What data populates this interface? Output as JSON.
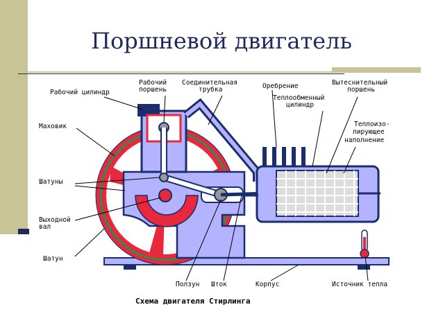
{
  "slide": {
    "title": "Поршневой двигатель"
  },
  "labels": {
    "rab_cilindr": "Рабочий цилиндр",
    "rab_porshen_1": "Рабочий",
    "rab_porshen_2": "поршень",
    "soed_trubka_1": "Соединительная",
    "soed_trubka_2": "трубка",
    "orebrenie": "Оребрение",
    "vyt_porshen_1": "Вытеснительный",
    "vyt_porshen_2": "поршень",
    "teploobm_1": "Теплообменный",
    "teploobm_2": "цилиндр",
    "teploiz_1": "Теплоизо-",
    "teploiz_2": "лирующее",
    "teploiz_3": "наполнение",
    "mahovik": "Маховик",
    "shatuny": "Шатуны",
    "vyhod_1": "Выходной",
    "vyhod_2": "вал",
    "shatun": "Шатун",
    "polzun": "Ползун",
    "shtok": "Шток",
    "korpus": "Корпус",
    "istochnik": "Источник тепла"
  },
  "caption": "Схема двигателя Стирлинга",
  "colors": {
    "outline": "#1a2e6e",
    "body_fill": "#b3b3ff",
    "flywheel_red": "#e8283c",
    "flywheel_green": "#2e8b57",
    "title": "#1f2a5c",
    "accent": "#c9c496"
  }
}
